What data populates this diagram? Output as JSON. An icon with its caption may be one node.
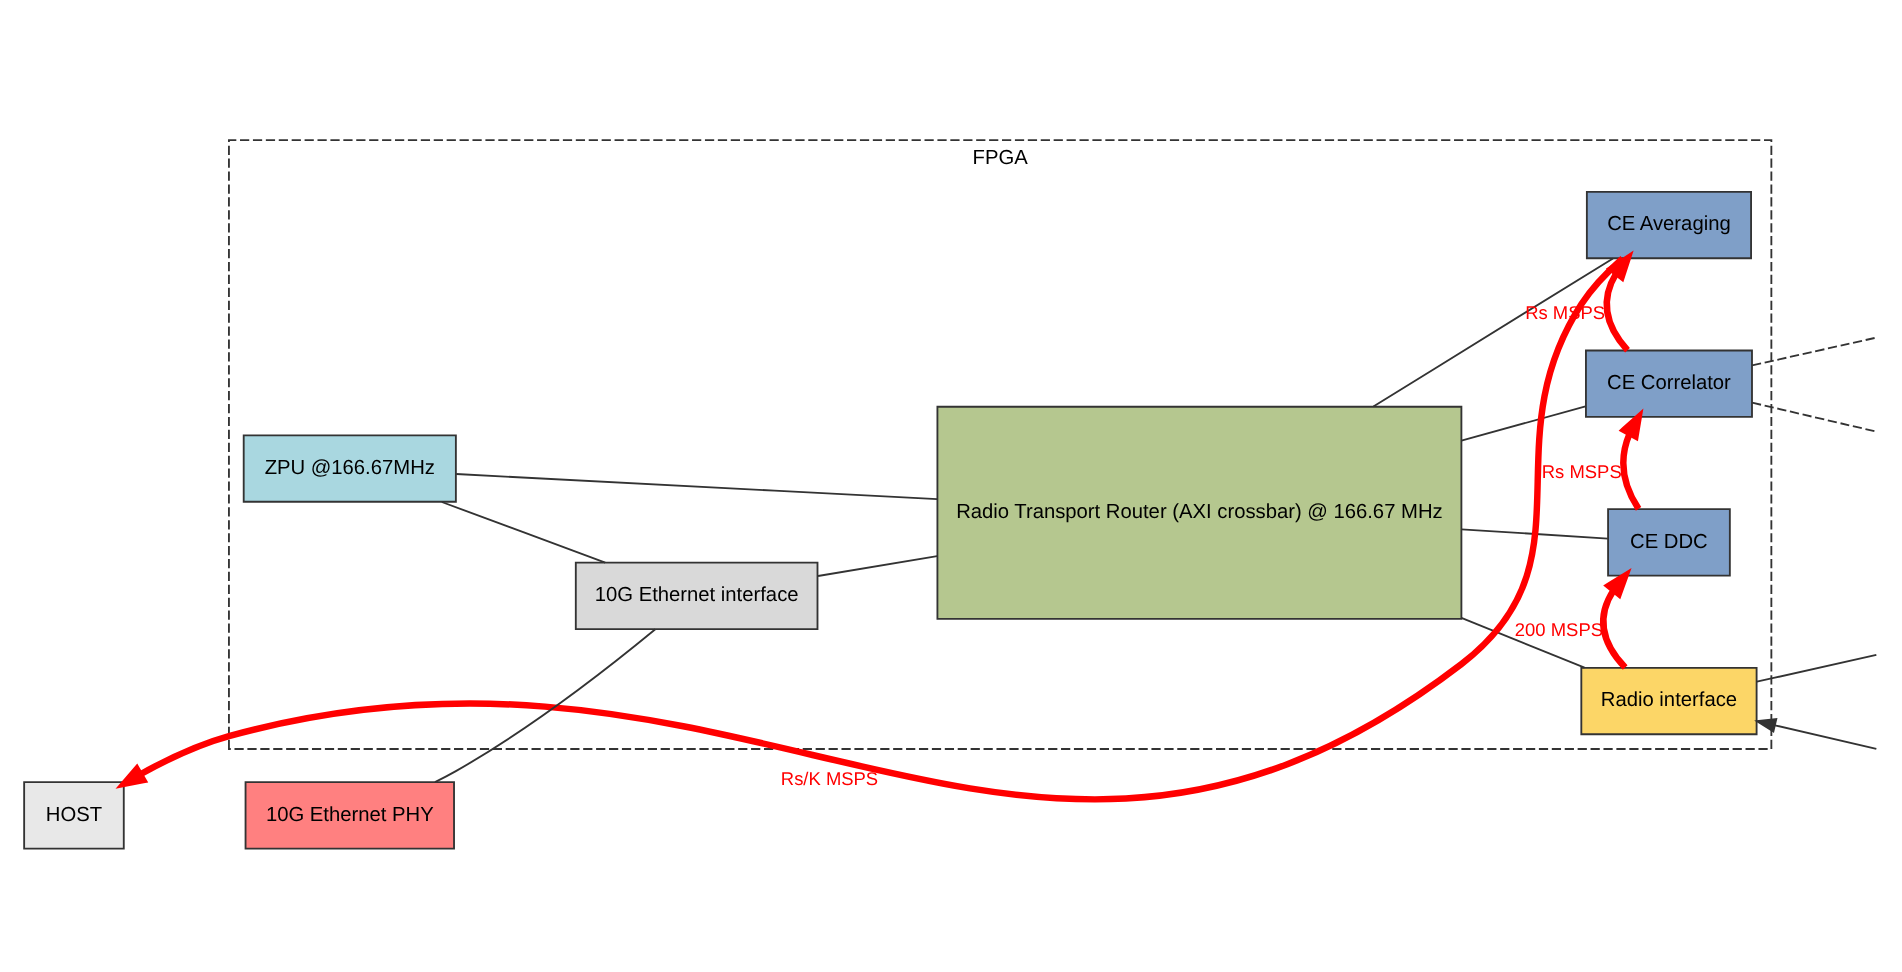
{
  "diagram": {
    "nodes": [
      {
        "text": [
          "FPGA"
        ]
      },
      {
        "text": [
          "HOST"
        ]
      },
      {
        "text": [
          "10G Ethernet PHY"
        ]
      },
      {
        "text": [
          "ZPU @166.67MHz"
        ],
        "in": 0
      },
      {
        "text": [
          "10G Ethernet interface"
        ],
        "in": 0
      },
      {
        "text": [
          "Radio Transport Router (AXI crossbar) @ 166.67 MHz"
        ],
        "in": 0
      },
      {
        "text": [
          "Radio interface"
        ],
        "in": 0
      },
      {
        "text": [
          "CE Averaging"
        ],
        "in": 0
      },
      {
        "text": [
          "CE Correlator"
        ],
        "in": 0
      },
      {
        "text": [
          "CE DDC"
        ],
        "in": 0
      }
    ],
    "edges": [
      {
        "from": 2,
        "to": 4,
        "arrow": "none"
      },
      {
        "from": 3,
        "to": 4,
        "arrow": "none"
      },
      {
        "from": 3,
        "to": 5,
        "arrow": "none"
      },
      {
        "from": 4,
        "to": 5,
        "arrow": "none"
      },
      {
        "from": 5,
        "to": 6,
        "arrow": "none"
      },
      {
        "from": 5,
        "to": 7,
        "arrow": "none"
      },
      {
        "from": 5,
        "to": 8,
        "arrow": "none"
      },
      {
        "from": 5,
        "to": 9,
        "arrow": "none"
      },
      {
        "from": 6,
        "to": null,
        "arrow": "none"
      },
      {
        "from": null,
        "to": 6,
        "arrow": "to"
      },
      {
        "from": 6,
        "to": 9,
        "arrow": "to",
        "label": "200 MSPS",
        "style": "thick",
        "color": "#ff0000"
      },
      {
        "from": 9,
        "to": 8,
        "arrow": "to",
        "label": "Rs MSPS",
        "style": "thick",
        "color": "#ff0000"
      },
      {
        "from": 8,
        "to": 7,
        "arrow": "to",
        "label": "Rs MSPS",
        "style": "thick",
        "color": "#ff0000"
      },
      {
        "from": 7,
        "to": 1,
        "arrow": "to",
        "label": "Rs/K MSPS",
        "style": "thick",
        "color": "#ff0000"
      },
      {
        "from": 8,
        "to": null,
        "arrow": "none",
        "style": "dashed"
      },
      {
        "from": 8,
        "to": null,
        "arrow": "none",
        "style": "dashed"
      }
    ]
  }
}
